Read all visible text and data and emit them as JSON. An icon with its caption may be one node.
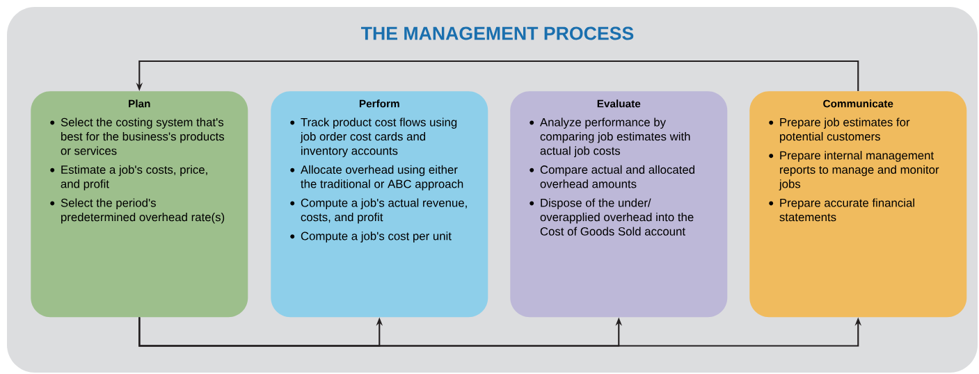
{
  "diagram": {
    "title": "THE MANAGEMENT PROCESS",
    "nodes": [
      {
        "text": [
          "Plan",
          "Select the costing system that's best for the business's products or services",
          "Estimate a job's costs, price, and profit",
          "Select the period's predetermined overhead rate(s)"
        ]
      },
      {
        "text": [
          "Perform",
          "Track product cost flows using job order cost cards and inventory accounts",
          "Allocate overhead using either the traditional or ABC approach",
          "Compute a job's actual revenue, costs, and profit",
          "Compute a job's cost per unit"
        ]
      },
      {
        "text": [
          "Evaluate",
          "Analyze performance by comparing job estimates with actual job costs",
          "Compare actual and allocated overhead amounts",
          "Dispose of the under/ overapplied overhead into the Cost of Goods Sold account"
        ]
      },
      {
        "text": [
          "Communicate",
          "Prepare job estimates for potential customers",
          "Prepare internal management reports to manage and monitor jobs",
          "Prepare accurate financial statements"
        ]
      }
    ],
    "edges": [
      {
        "from": 3,
        "to": 0,
        "arrow": "to"
      },
      {
        "from": 0,
        "to": 1,
        "arrow": "to"
      },
      {
        "from": 0,
        "to": 2,
        "arrow": "to"
      },
      {
        "from": 0,
        "to": 3,
        "arrow": "to"
      }
    ]
  }
}
